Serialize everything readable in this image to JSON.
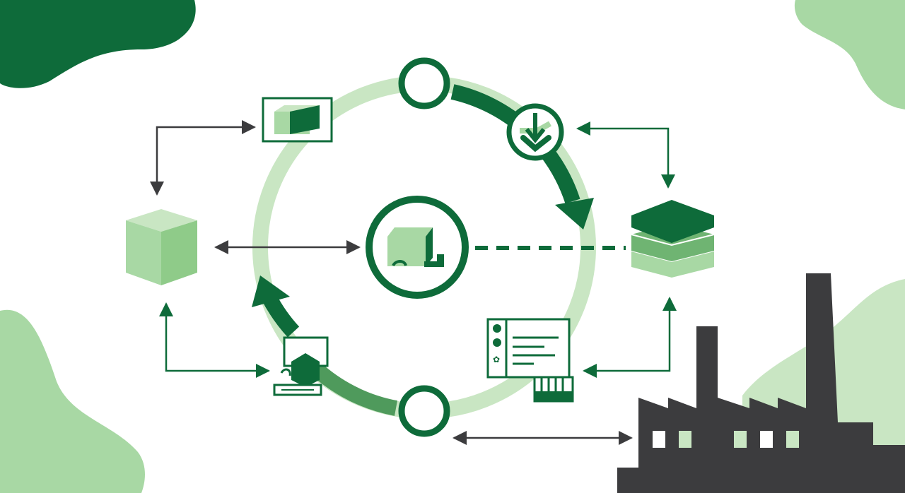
{
  "diagram": {
    "colors": {
      "dark_green": "#0e6b3a",
      "mid_green": "#4f9a5c",
      "light_green": "#a8d8a4",
      "pale_green": "#c9e6c3",
      "charcoal": "#3c3c3e",
      "background": "#ffffff"
    },
    "nodes": [
      {
        "name": "central-hub",
        "icon": "container-hub-icon"
      },
      {
        "name": "cube",
        "icon": "cube-icon"
      },
      {
        "name": "box-monitor",
        "icon": "box-monitor-icon"
      },
      {
        "name": "download-check",
        "icon": "download-check-icon"
      },
      {
        "name": "layer-stack",
        "icon": "layers-icon"
      },
      {
        "name": "control-panel",
        "icon": "control-panel-icon"
      },
      {
        "name": "shipping-terminal",
        "icon": "shipping-terminal-icon"
      },
      {
        "name": "factory",
        "icon": "factory-icon"
      }
    ]
  }
}
